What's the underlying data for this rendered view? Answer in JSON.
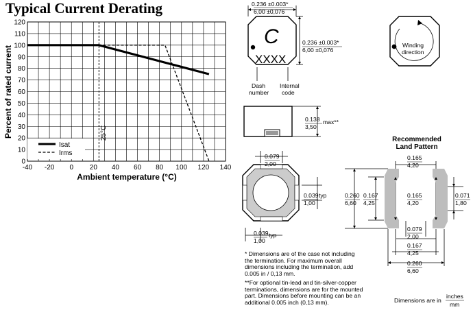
{
  "title": "Typical Current Derating",
  "chart_data": {
    "type": "line",
    "ylabel": "Percent of rated current",
    "xlabel": "Ambient temperature (°C)",
    "xlim": [
      -40,
      140
    ],
    "ylim": [
      0,
      120
    ],
    "xticks": [
      -40,
      -20,
      0,
      20,
      40,
      60,
      80,
      100,
      120,
      140
    ],
    "yticks": [
      0,
      10,
      20,
      30,
      40,
      50,
      60,
      70,
      80,
      90,
      100,
      110,
      120
    ],
    "grid": true,
    "legend_position": "bottom-left",
    "annotation": "25°C",
    "series": [
      {
        "name": "Isat",
        "style": "solid",
        "x": [
          -40,
          25,
          125
        ],
        "y": [
          100,
          100,
          75
        ]
      },
      {
        "name": "Irms",
        "style": "dashed",
        "x": [
          -40,
          85,
          125
        ],
        "y": [
          100,
          100,
          0
        ]
      }
    ]
  },
  "top_view": {
    "width_in": "0.236 ±0.003*",
    "width_mm": "6,00 ±0,076",
    "height_in": "0.236 ±0.003*",
    "height_mm": "6,00 ±0,076",
    "mark_letter": "C",
    "mark_code": "XXXX",
    "dash_label": "Dash\nnumber",
    "internal_label": "Internal\ncode"
  },
  "winding_view": {
    "label": "Winding\ndirection"
  },
  "side_view": {
    "height_in": "0.138",
    "height_mm": "3,50",
    "suffix": "max**"
  },
  "bottom_view": {
    "top_in": "0.079",
    "top_mm": "2,00",
    "right_in": "0.039",
    "right_mm": "1,00",
    "right_suffix": "typ",
    "bottom_in": "0.039",
    "bottom_mm": "1,00",
    "bottom_suffix": "typ"
  },
  "land_pattern": {
    "title": "Recommended\nLand Pattern",
    "top_in": "0.165",
    "top_mm": "4,20",
    "left_outer_in": "0.260",
    "left_outer_mm": "6,60",
    "left_inner_in": "0.167",
    "left_inner_mm": "4,25",
    "center_in": "0.165",
    "center_mm": "4,20",
    "right_in": "0.071",
    "right_mm": "1,80",
    "b1_in": "0.079",
    "b1_mm": "2,00",
    "b2_in": "0.167",
    "b2_mm": "4,25",
    "b3_in": "0.260",
    "b3_mm": "6,60"
  },
  "notes": {
    "note1": "* Dimensions are of the case not including the termination. For maximum overall dimensions including the termination, add 0.005 in / 0,13 mm.",
    "note2": "**For optional tin-lead and tin-silver-copper terminations, dimensions are for the mounted part. Dimensions before mounting can be an additional 0.005 inch (0,13 mm).",
    "units_prefix": "Dimensions are in",
    "units_num": "inches",
    "units_den": "mm"
  }
}
